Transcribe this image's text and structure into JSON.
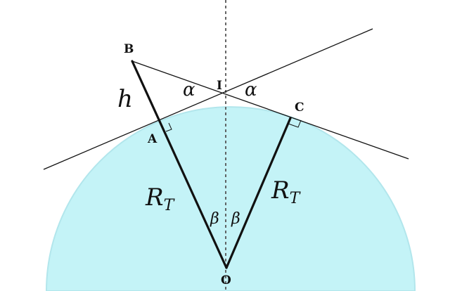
{
  "colors": {
    "earth_fill": "#c4f3f7",
    "earth_edge": "#b2e6ec",
    "ink": "#111111",
    "axis": "#555555"
  },
  "points": {
    "B": "B",
    "I": "I",
    "C": "C",
    "A": "A",
    "O": "O"
  },
  "labels": {
    "h": "h",
    "alpha_left": "α",
    "alpha_right": "α",
    "beta_left": "β",
    "beta_right": "β",
    "radius_left": {
      "main": "R",
      "sub": "T"
    },
    "radius_right": {
      "main": "R",
      "sub": "T"
    }
  }
}
